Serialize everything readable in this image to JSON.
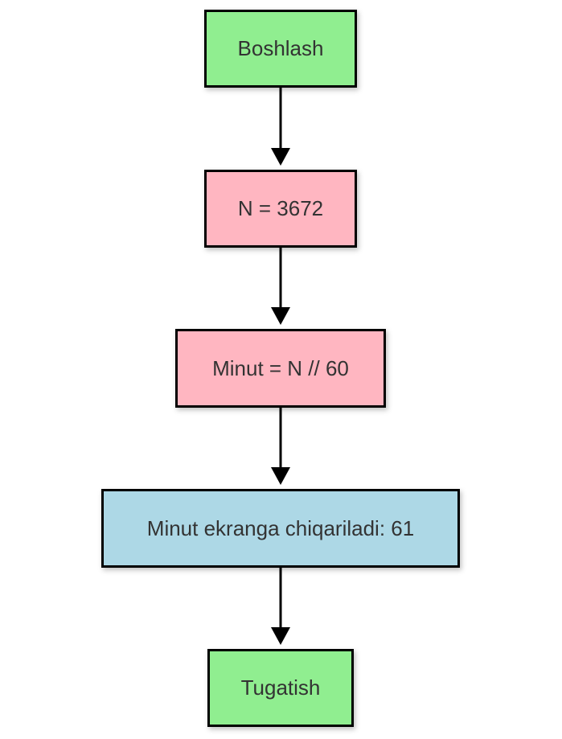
{
  "nodes": [
    {
      "id": "start",
      "label": "Boshlash",
      "color": "#90ee90"
    },
    {
      "id": "n",
      "label": "N = 3672",
      "color": "#ffb6c1"
    },
    {
      "id": "minut",
      "label": "Minut = N // 60",
      "color": "#ffb6c1"
    },
    {
      "id": "output",
      "label": "Minut ekranga chiqariladi: 61",
      "color": "#add8e6"
    },
    {
      "id": "end",
      "label": "Tugatish",
      "color": "#90ee90"
    }
  ],
  "edges": [
    {
      "from": "start",
      "to": "n"
    },
    {
      "from": "n",
      "to": "minut"
    },
    {
      "from": "minut",
      "to": "output"
    },
    {
      "from": "output",
      "to": "end"
    }
  ]
}
